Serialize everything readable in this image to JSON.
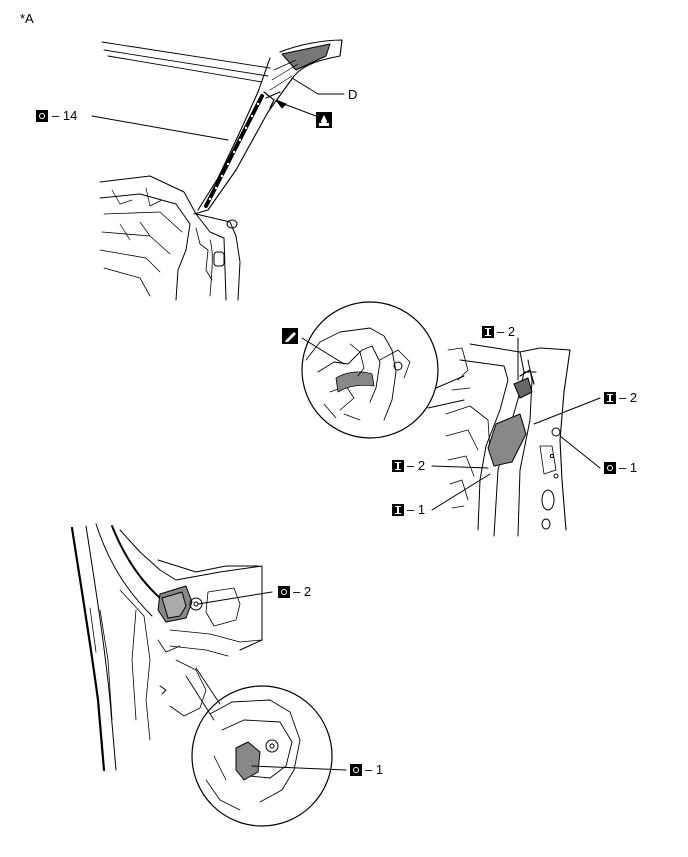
{
  "figure_label": "*A",
  "icons": {
    "spot_weld": "circle-weld-icon",
    "plug_weld": "i-weld-icon",
    "sealer": "sealer-dropper-icon",
    "adhesive": "pen-adhesive-icon"
  },
  "callouts": {
    "top_letter": "D",
    "top_weld": "– 14",
    "mid_i2_top": "– 2",
    "mid_i2_right": "– 2",
    "mid_i2_left": "– 2",
    "mid_i1": "– 1",
    "mid_o1": "– 1",
    "bot_o2": "– 2",
    "bot_o1": "– 1"
  }
}
